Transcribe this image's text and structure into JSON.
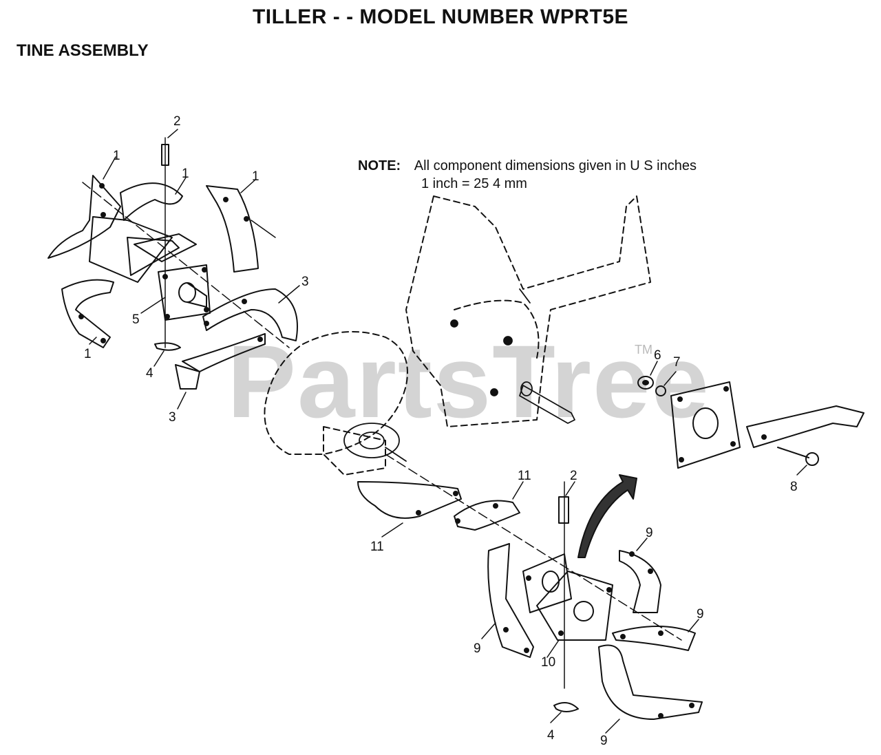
{
  "header": {
    "title": "TILLER - - MODEL NUMBER WPRT5E",
    "subtitle": "TINE ASSEMBLY"
  },
  "note": {
    "label": "NOTE:",
    "line1": "All component dimensions given in U S  inches",
    "line2": "1 inch = 25 4 mm"
  },
  "watermark": {
    "text": "PartsTree",
    "trademark": "TM"
  },
  "callouts": {
    "c1a": "1",
    "c1b": "1",
    "c1c": "1",
    "c1d": "1",
    "c2a": "2",
    "c2b": "2",
    "c3a": "3",
    "c3b": "3",
    "c4a": "4",
    "c4b": "4",
    "c5": "5",
    "c6": "6",
    "c7": "7",
    "c8": "8",
    "c9a": "9",
    "c9b": "9",
    "c9c": "9",
    "c9d": "9",
    "c10": "10",
    "c11a": "11",
    "c11b": "11"
  }
}
